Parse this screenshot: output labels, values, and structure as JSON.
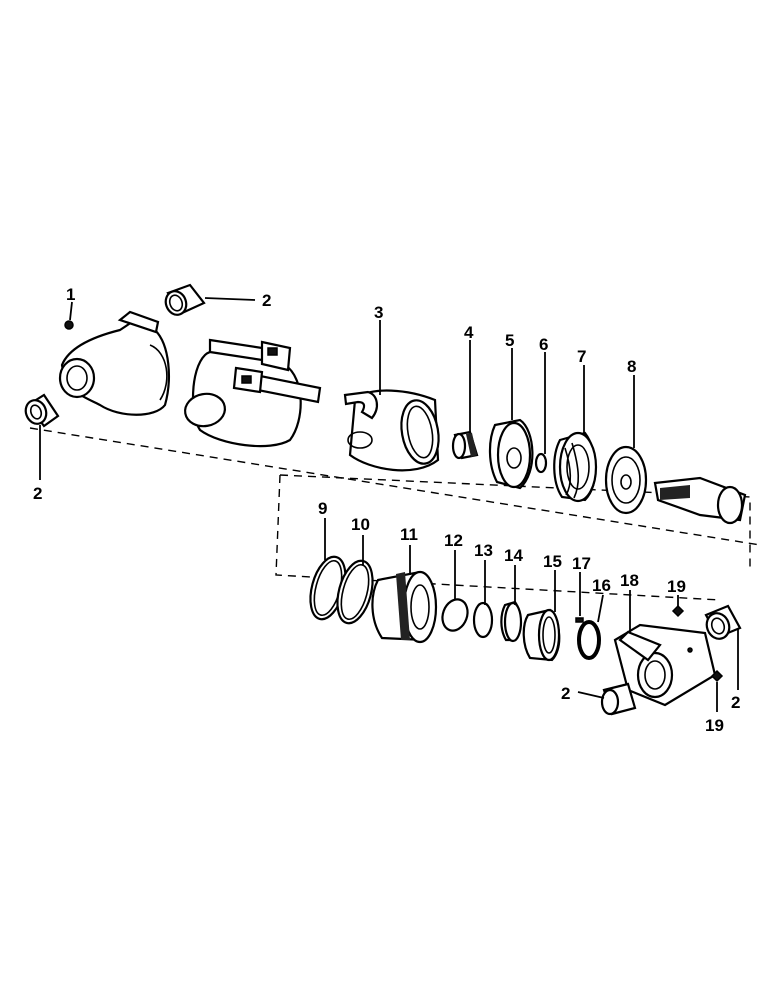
{
  "callouts": {
    "c1": "1",
    "c2a": "2",
    "c2b": "2",
    "c2c": "2",
    "c2d": "2",
    "c3": "3",
    "c4": "4",
    "c5": "5",
    "c6": "6",
    "c7": "7",
    "c8": "8",
    "c9": "9",
    "c10": "10",
    "c11": "11",
    "c12": "12",
    "c13": "13",
    "c14": "14",
    "c15": "15",
    "c16": "16",
    "c17": "17",
    "c18": "18",
    "c19a": "19",
    "c19b": "19"
  }
}
